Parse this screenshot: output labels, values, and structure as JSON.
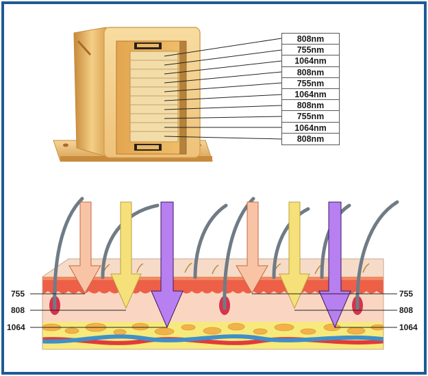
{
  "colors": {
    "frame": "#1f5a96",
    "arrow_755": "#f9c3a6",
    "arrow_808": "#f6e07a",
    "arrow_1064": "#b77ff0",
    "gold": "#e8b865",
    "skin_surface": "#f6dcc8",
    "epidermis": "#ee5f48",
    "dermis": "#fad6c2",
    "fat": "#f7ea7c",
    "fat_cells": "#f2b24a",
    "artery": "#e03b3b",
    "vein": "#3f8fc8",
    "hair": "#707b86",
    "follicle": "#d9324a"
  },
  "module": {
    "wavelength_labels": [
      "808nm",
      "755nm",
      "1064nm",
      "808nm",
      "755nm",
      "1064nm",
      "808nm",
      "755nm",
      "1064nm",
      "808nm"
    ]
  },
  "skin_diagram": {
    "left_labels": [
      "755",
      "808",
      "1064"
    ],
    "right_labels": [
      "755",
      "808",
      "1064"
    ],
    "arrows": [
      {
        "wavelength": "755",
        "color": "#f9c3a6"
      },
      {
        "wavelength": "808",
        "color": "#f6e07a"
      },
      {
        "wavelength": "1064",
        "color": "#b77ff0"
      },
      {
        "wavelength": "755",
        "color": "#f9c3a6"
      },
      {
        "wavelength": "808",
        "color": "#f6e07a"
      },
      {
        "wavelength": "1064",
        "color": "#b77ff0"
      }
    ]
  }
}
